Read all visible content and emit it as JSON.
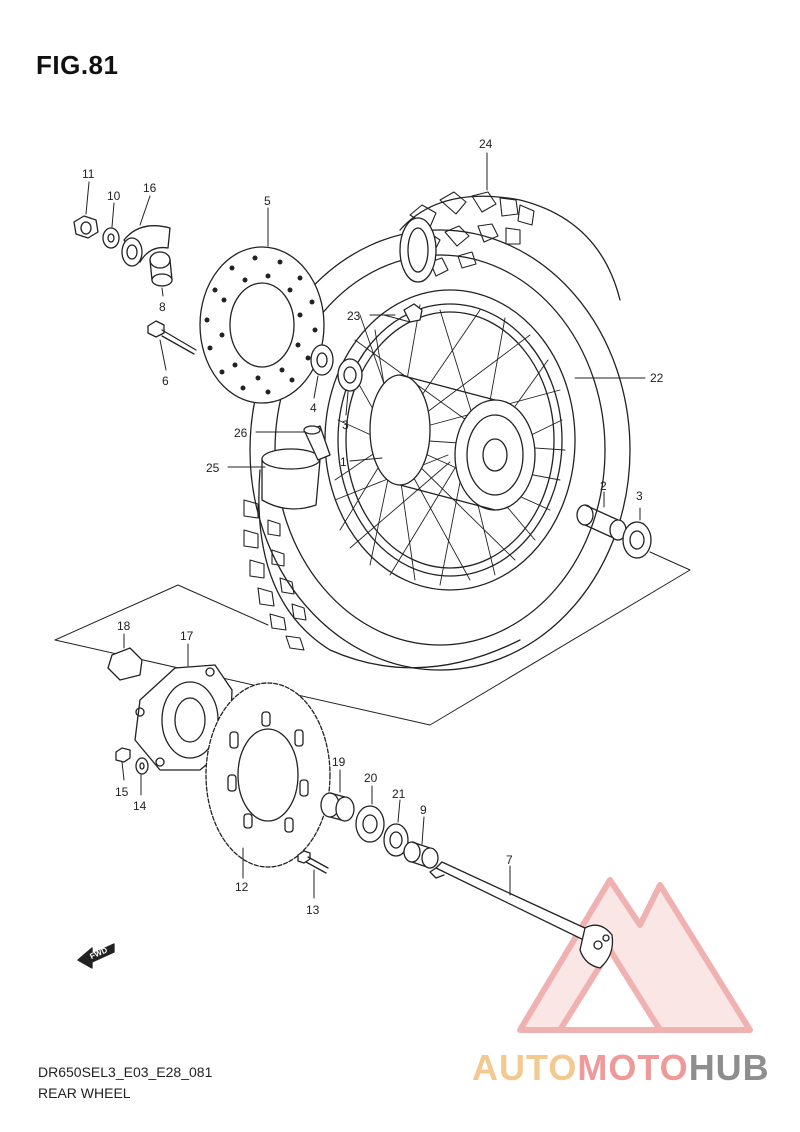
{
  "figure": {
    "title": "FIG.81",
    "code": "DR650SEL3_E03_E28_081",
    "caption": "REAR WHEEL",
    "fwd_label": "FWD"
  },
  "watermark": {
    "part1": "AUTO",
    "part2": "MOTO",
    "part3": "HUB",
    "colors": {
      "auto": "#f4c98f",
      "moto": "#ef9a9a",
      "hub": "#8e8e8e",
      "logo": "#e57373"
    }
  },
  "callouts": [
    {
      "id": "label-1",
      "text": "1"
    },
    {
      "id": "label-2",
      "text": "2"
    },
    {
      "id": "label-3a",
      "text": "3"
    },
    {
      "id": "label-3b",
      "text": "3"
    },
    {
      "id": "label-4",
      "text": "4"
    },
    {
      "id": "label-5",
      "text": "5"
    },
    {
      "id": "label-6",
      "text": "6"
    },
    {
      "id": "label-7",
      "text": "7"
    },
    {
      "id": "label-8",
      "text": "8"
    },
    {
      "id": "label-9",
      "text": "9"
    },
    {
      "id": "label-10",
      "text": "10"
    },
    {
      "id": "label-11",
      "text": "11"
    },
    {
      "id": "label-12",
      "text": "12"
    },
    {
      "id": "label-13",
      "text": "13"
    },
    {
      "id": "label-14",
      "text": "14"
    },
    {
      "id": "label-15",
      "text": "15"
    },
    {
      "id": "label-16",
      "text": "16"
    },
    {
      "id": "label-17",
      "text": "17"
    },
    {
      "id": "label-18",
      "text": "18"
    },
    {
      "id": "label-19",
      "text": "19"
    },
    {
      "id": "label-20",
      "text": "20"
    },
    {
      "id": "label-21",
      "text": "21"
    },
    {
      "id": "label-22",
      "text": "22"
    },
    {
      "id": "label-23",
      "text": "23"
    },
    {
      "id": "label-24",
      "text": "24"
    },
    {
      "id": "label-25",
      "text": "25"
    },
    {
      "id": "label-26",
      "text": "26"
    }
  ]
}
